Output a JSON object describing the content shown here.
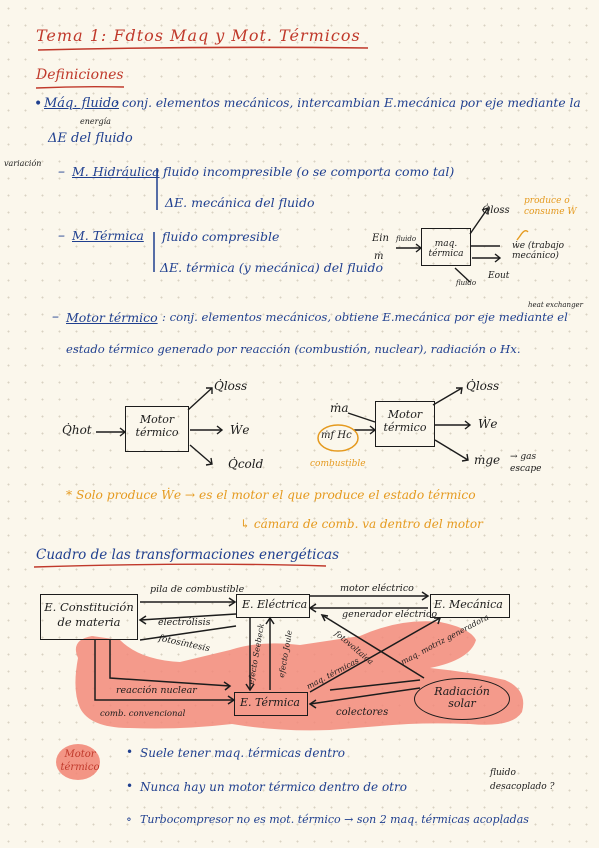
{
  "title": "Tema 1: Fdtos Maq y Mot. Térmicos",
  "definiciones": {
    "heading": "Definiciones",
    "maq_fluido_term": "Máq. fluido",
    "maq_fluido_def_1": ": conj. elementos mecánicos, intercambian E.mecánica por eje mediante la",
    "maq_fluido_def_2": "ΔE del fluido",
    "note_energia": "energía",
    "note_variacion": "variación",
    "m_hidraulica": "M. Hidráulica",
    "m_hidraulica_1": "fluido incompresible (o se comporta como tal)",
    "m_hidraulica_2": "ΔE. mecánica del fluido",
    "m_termica": "M. Térmica",
    "m_termica_1": "fluido compresible",
    "m_termica_2": "ΔE. térmica (y mecánica) del fluido",
    "motor_termico_term": "Motor térmico",
    "motor_termico_def_1": ": conj. elementos mecánicos, obtiene E.mecánica por eje mediante el",
    "motor_termico_def_2": "estado térmico generado por reacción (combustión, nuclear), radiación o Hx.",
    "heat_exchanger": "heat exchanger"
  },
  "maq_diagram": {
    "box": "maq. térmica",
    "ein": "Ein",
    "fluido_in": "fluido",
    "m_in": "ṁ",
    "qloss": "Q̇loss",
    "eout": "Eout",
    "fluido_out": "fluido",
    "we": "ẇe (trabajo mecánico)",
    "note": "produce o consume Ẇ"
  },
  "motor_diagrams": {
    "left": {
      "qhot": "Q̇hot",
      "box": "Motor térmico",
      "qloss": "Q̇loss",
      "we": "Ẇe",
      "qcold": "Q̇cold"
    },
    "right": {
      "ma": "ṁa",
      "mfhc": "ṁf Hc",
      "box": "Motor térmico",
      "qloss": "Q̇loss",
      "we": "Ẇe",
      "mge": "ṁge",
      "gases": "→ gas escape",
      "combustible": "combustible"
    }
  },
  "note_orange_1": "* Solo produce Ẇe → es el motor el que produce el estado térmico",
  "note_orange_2": "↳ cámara de comb. va dentro del motor",
  "cuadro": {
    "heading": "Cuadro de las transformaciones energéticas",
    "e_constitucion": "E. Constitución de materia",
    "e_electrica": "E. Eléctrica",
    "e_mecanica": "E. Mecánica",
    "e_termica": "E. Térmica",
    "radiacion_solar": "Radiación solar",
    "pila": "pila de combustible",
    "electrolisis": "electrólisis",
    "fotosintesis": "fotosíntesis",
    "motor_electrico": "motor eléctrico",
    "generador_electrico": "generador eléctrico",
    "efecto_joule": "efecto Joule",
    "efecto_seebeck": "efecto Seebeck",
    "fotovoltaica": "fotovoltaica",
    "maq_termicas": "maq. térmicas",
    "maq_motrica_generadora": "maq. motriz generadora",
    "reaccion_nuclear": "reacción nuclear",
    "comb_convencional": "comb. convencional",
    "colectores": "colectores"
  },
  "motor_termico_label": "Motor térmico",
  "bullets": [
    "Suele tener maq. térmicas dentro",
    "Nunca hay un motor térmico dentro de otro",
    "Turbocompresor no es mot. térmico → son 2 maq. térmicas acopladas"
  ],
  "fluido_desacoplado": "fluido desacoplado ?"
}
